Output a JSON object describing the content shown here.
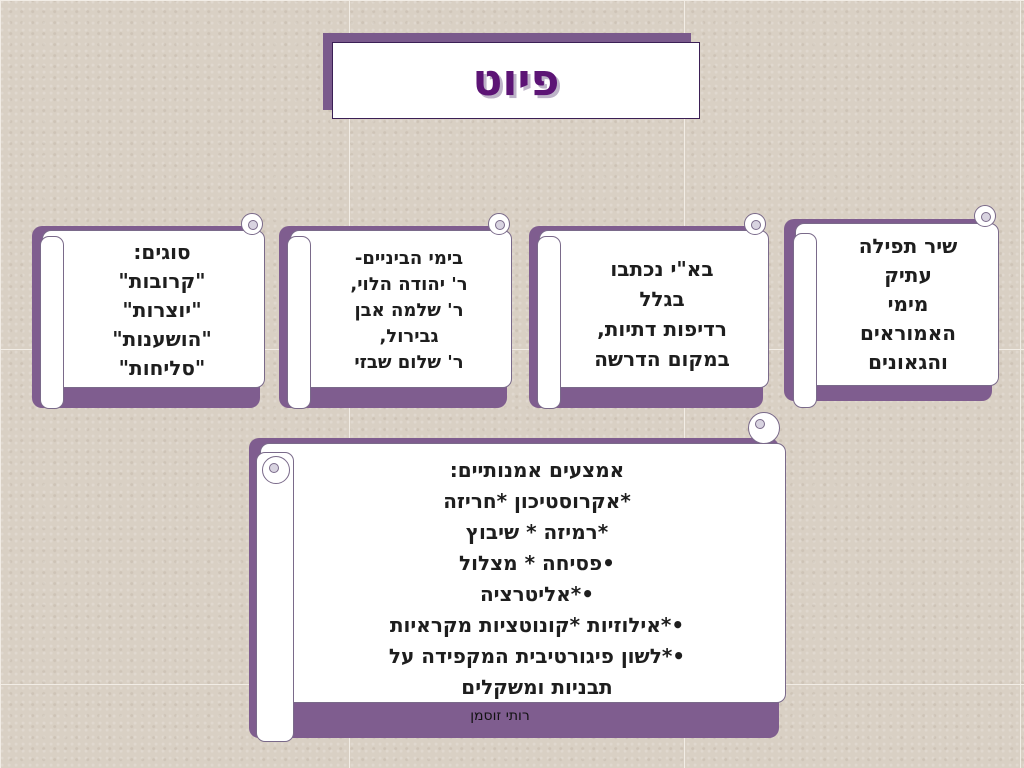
{
  "title": "פיוט",
  "scrolls": {
    "origin": {
      "lines": [
        "שיר תפילה",
        "עתיק",
        "מימי",
        "האמוראים",
        "והגאונים"
      ]
    },
    "israel": {
      "lines": [
        "בא\"י נכתבו",
        "בגלל",
        "רדיפות דתיות,",
        "במקום הדרשה"
      ]
    },
    "middle_ages": {
      "lines": [
        "בימי הביניים-",
        "ר' יהודה הלוי,",
        "ר' שלמה אבן",
        "גבירול,",
        "ר' שלום שבזי"
      ]
    },
    "types": {
      "lines": [
        "סוגים:",
        "\"קרובות\"",
        "\"יוצרות\"",
        "\"הושענות\"",
        "\"סליחות\""
      ]
    },
    "devices": {
      "lines": [
        "אמצעים אמנותיים:",
        "*אקרוסטיכון  *חריזה",
        "*רמיזה  * שיבוץ",
        "•פסיחה  * מצלול",
        "•*אליטרציה",
        "•*אילוזיות  *קונוטציות מקראיות",
        "•*לשון פיגורטיבית המקפידה על",
        "תבניות ומשקלים"
      ]
    }
  },
  "footer": "רותי זוסמן",
  "colors": {
    "title_text": "#5c1475",
    "scroll_shadow": "#7f5d8f",
    "background": "#d9d0c4"
  }
}
